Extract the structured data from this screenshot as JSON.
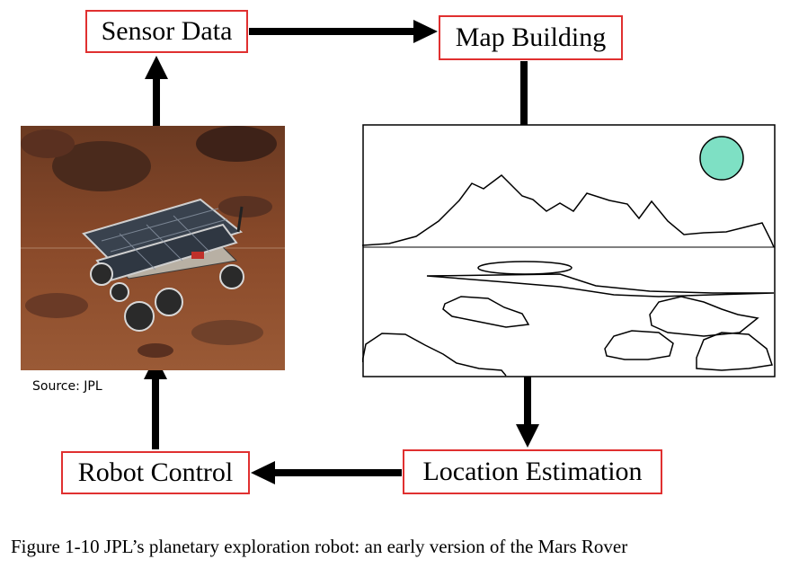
{
  "nodes": {
    "sensor_data": "Sensor Data",
    "map_building": "Map Building",
    "location_estimation": "Location Estimation",
    "robot_control": "Robot Control"
  },
  "source_label": "Source: JPL",
  "caption": "Figure 1-10  JPL’s planetary exploration robot: an early version of the Mars Rover",
  "colors": {
    "box_border": "#e03030",
    "arrow": "#000000",
    "sun": "#7ee0c4",
    "terrain": "#8a4a2a"
  },
  "icons": {
    "rover_photo": "mars-rover-photo",
    "map_sketch": "terrain-map-sketch"
  }
}
